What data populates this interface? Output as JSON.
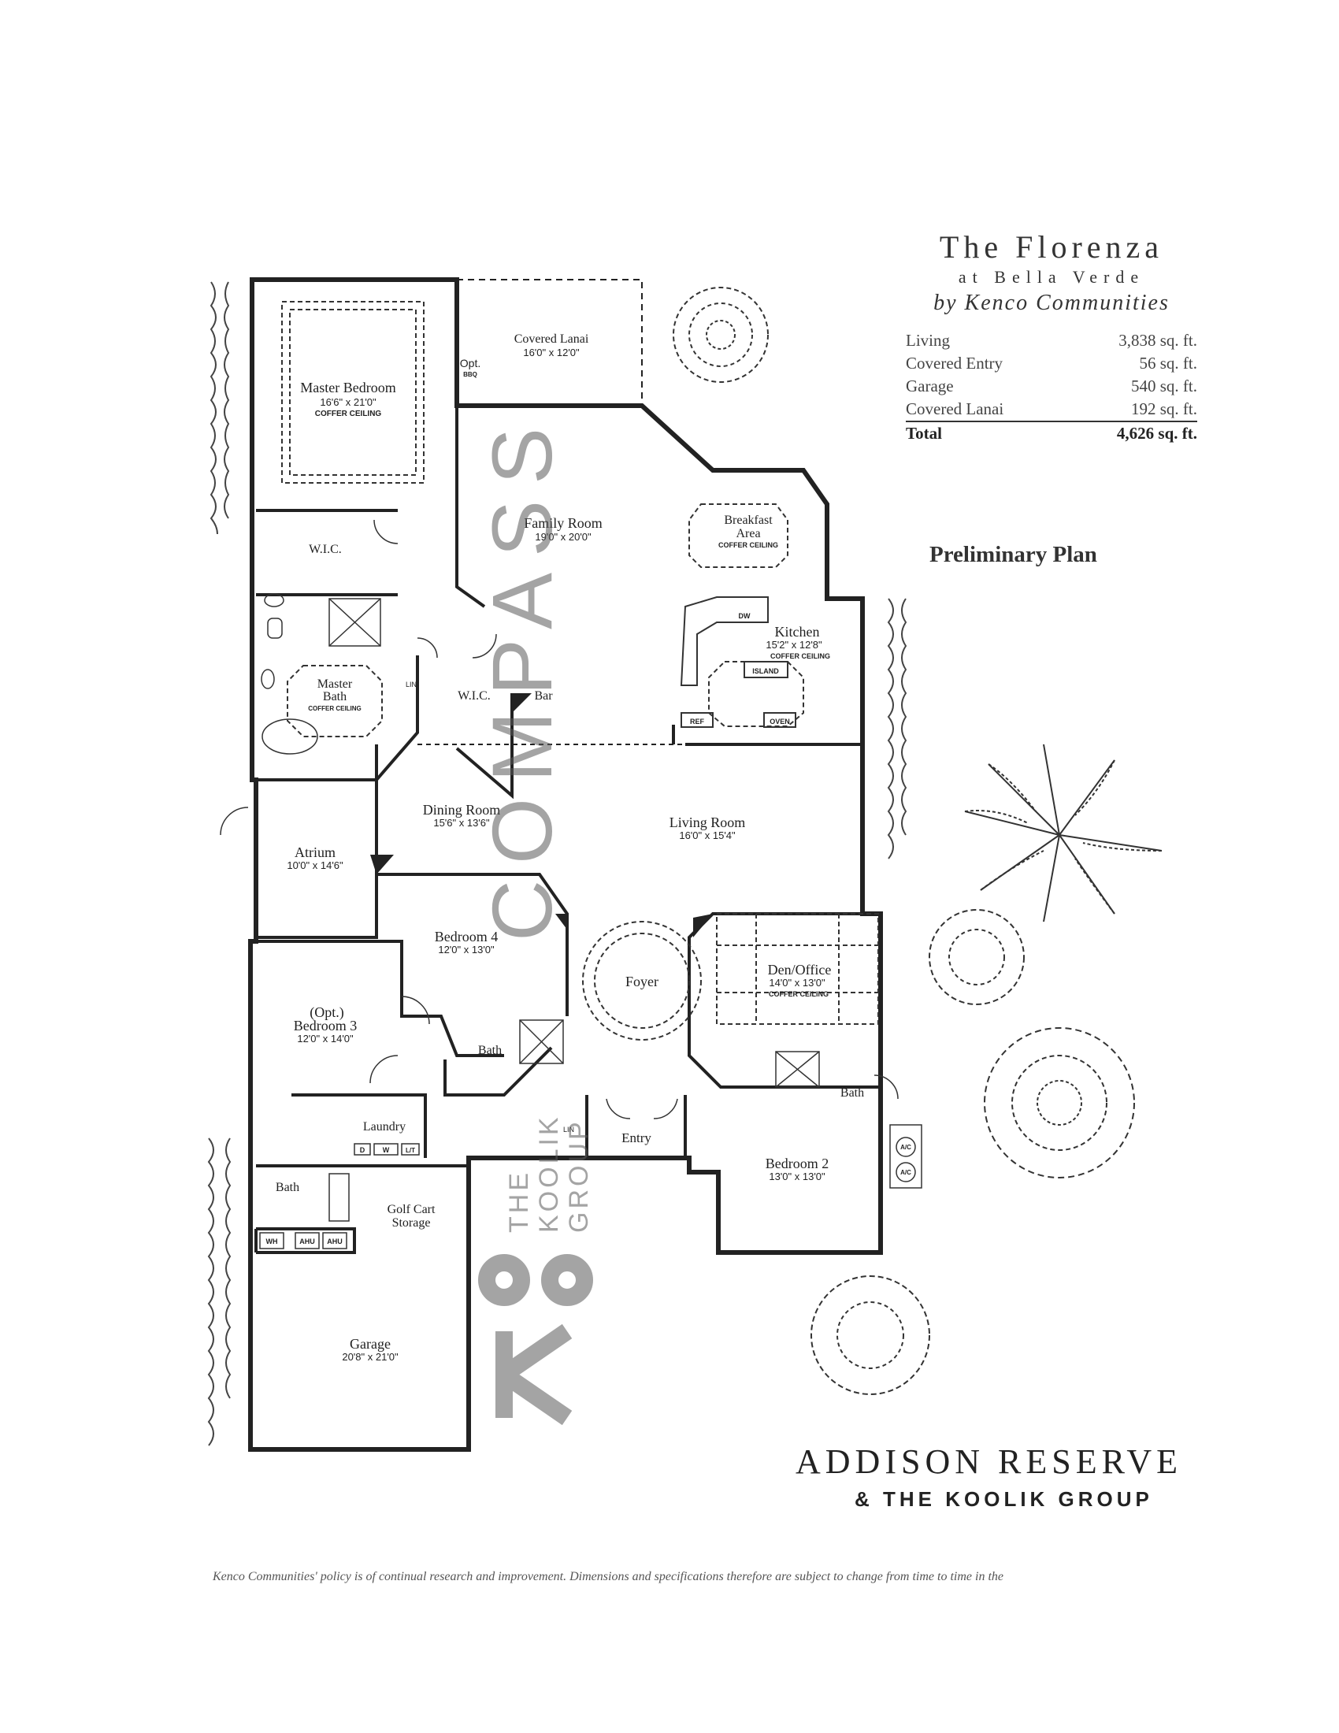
{
  "header": {
    "title": "The Florenza",
    "subtitle": "at Bella Verde",
    "builder": "by Kenco Communities"
  },
  "areas": [
    {
      "label": "Living",
      "value": "3,838 sq. ft."
    },
    {
      "label": "Covered Entry",
      "value": "56 sq. ft."
    },
    {
      "label": "Garage",
      "value": "540 sq. ft."
    },
    {
      "label": "Covered Lanai",
      "value": "192 sq. ft."
    }
  ],
  "total": {
    "label": "Total",
    "value": "4,626 sq. ft."
  },
  "plan_status": "Preliminary Plan",
  "rooms": {
    "master_bedroom": {
      "name": "Master Bedroom",
      "dim": "16'6\" x 21'0\"",
      "note": "COFFER CEILING"
    },
    "covered_lanai": {
      "name": "Covered Lanai",
      "dim": "16'0\" x 12'0\""
    },
    "opt_bbq": {
      "name": "Opt.",
      "note": "BBQ"
    },
    "family_room": {
      "name": "Family Room",
      "dim": "19'0\" x 20'0\""
    },
    "breakfast": {
      "name": "Breakfast",
      "name2": "Area",
      "note": "COFFER CEILING"
    },
    "kitchen": {
      "name": "Kitchen",
      "dim": "15'2\" x 12'8\"",
      "note": "COFFER CEILING",
      "island": "ISLAND",
      "dw": "DW",
      "ref": "REF",
      "oven": "OVEN"
    },
    "wic_top": {
      "name": "W.I.C."
    },
    "master_bath": {
      "name": "Master",
      "name2": "Bath",
      "note": "COFFER CEILING"
    },
    "lin_top": {
      "name": "LIN"
    },
    "wic_bottom": {
      "name": "W.I.C."
    },
    "bar": {
      "name": "Bar"
    },
    "dining": {
      "name": "Dining Room",
      "dim": "15'6\" x 13'6\""
    },
    "living": {
      "name": "Living Room",
      "dim": "16'0\" x 15'4\""
    },
    "atrium": {
      "name": "Atrium",
      "dim": "10'0\" x 14'6\""
    },
    "bedroom4": {
      "name": "Bedroom 4",
      "dim": "12'0\" x 13'0\""
    },
    "foyer": {
      "name": "Foyer"
    },
    "den": {
      "name": "Den/Office",
      "dim": "14'0\" x 13'0\"",
      "note": "COFFER CEILING"
    },
    "bedroom3": {
      "opt": "(Opt.)",
      "name": "Bedroom 3",
      "dim": "12'0\" x 14'0\""
    },
    "bath_mid": {
      "name": "Bath"
    },
    "bath_right": {
      "name": "Bath"
    },
    "laundry": {
      "name": "Laundry",
      "d": "D",
      "w": "W",
      "lt": "L/T"
    },
    "lin_mid": {
      "name": "LIN"
    },
    "entry": {
      "name": "Entry"
    },
    "bedroom2": {
      "name": "Bedroom 2",
      "dim": "13'0\" x 13'0\""
    },
    "bath_left": {
      "name": "Bath"
    },
    "utility": {
      "wh": "WH",
      "ahu1": "AHU",
      "ahu2": "AHU"
    },
    "golf_cart": {
      "name": "Golf Cart",
      "name2": "Storage"
    },
    "garage": {
      "name": "Garage",
      "dim": "20'8\" x 21'0\""
    },
    "ac": {
      "unit1": "A/C",
      "unit2": "A/C"
    }
  },
  "watermarks": {
    "compass": "COMPASS",
    "koolik_line1": "THE",
    "koolik_line2": "KOOLIK",
    "koolik_line3": "GROUP",
    "koolik_logo": "KOO"
  },
  "branding": {
    "line1": "ADDISON RESERVE",
    "line2": "& THE KOOLIK GROUP"
  },
  "disclaimer": "Kenco Communities' policy is of continual research and improvement. Dimensions and specifications therefore are subject to change from time to time in the"
}
